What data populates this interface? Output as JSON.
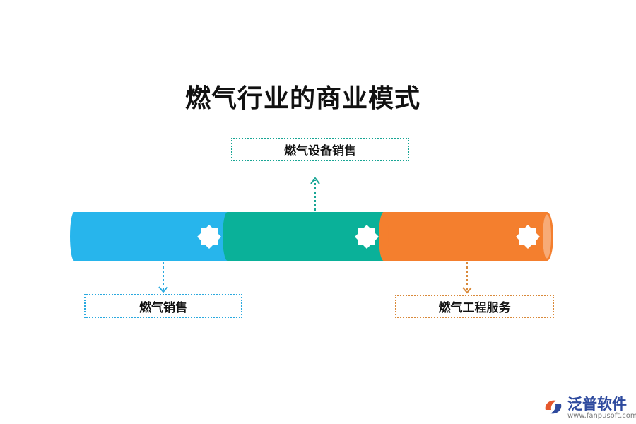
{
  "title": "燃气行业的商业模式",
  "nodes": {
    "top": "燃气设备销售",
    "left": "燃气销售",
    "right": "燃气工程服务"
  },
  "colors": {
    "blue": "#27b5ec",
    "green": "#0ab199",
    "orange": "#f47f2e",
    "orange_cap": "#f7ab77",
    "blue_border": "#2aa9df",
    "green_border": "#17a594",
    "orange_border": "#d9893a"
  },
  "logo": {
    "name": "泛普软件",
    "url": "www.fanpusoft.com"
  }
}
